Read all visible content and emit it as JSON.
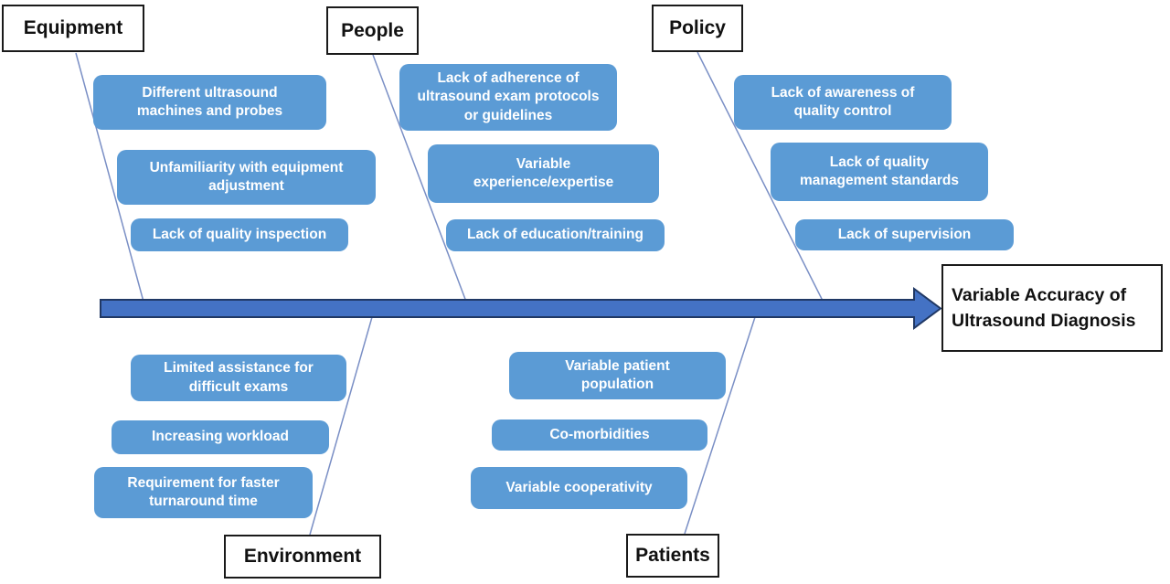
{
  "effect": {
    "label": "Variable Accuracy of\nUltrasound Diagnosis"
  },
  "categories": [
    {
      "label": "Equipment",
      "position": "top",
      "causes": [
        "Different ultrasound\nmachines and probes",
        "Unfamiliarity with equipment\nadjustment",
        "Lack of quality inspection"
      ]
    },
    {
      "label": "People",
      "position": "top",
      "causes": [
        "Lack of adherence of\nultrasound exam protocols\nor guidelines",
        "Variable\nexperience/expertise",
        "Lack of education/training"
      ]
    },
    {
      "label": "Policy",
      "position": "top",
      "causes": [
        "Lack of awareness of\nquality control",
        "Lack of quality\nmanagement standards",
        "Lack of supervision"
      ]
    },
    {
      "label": "Environment",
      "position": "bottom",
      "causes": [
        "Limited assistance for\ndifficult exams",
        "Increasing workload",
        "Requirement for faster\nturnaround time"
      ]
    },
    {
      "label": "Patients",
      "position": "bottom",
      "causes": [
        "Variable patient\npopulation",
        "Co-morbidities",
        "Variable cooperativity"
      ]
    }
  ],
  "colors": {
    "cause_box": "#5B9BD5",
    "cause_text": "#FFFFFF",
    "spine_fill": "#4472C4",
    "spine_border": "#203864",
    "branch_line": "#7A8FC5",
    "label_border": "#1A1A1A"
  }
}
